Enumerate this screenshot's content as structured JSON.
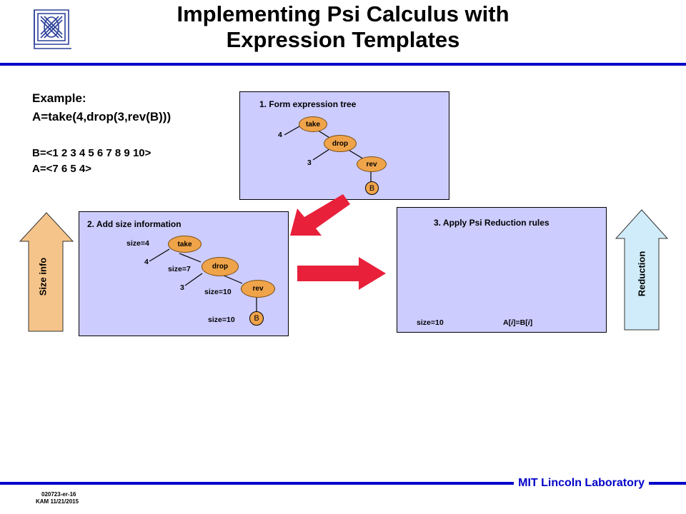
{
  "title_line1": "Implementing Psi Calculus with",
  "title_line2": "Expression Templates",
  "example": {
    "heading": "Example:",
    "expr": "A=take(4,drop(3,rev(B)))",
    "b_def": "B=<1 2 3 4 5 6 7 8 9 10>",
    "a_def": "A=<7 6 5 4>"
  },
  "panel1": {
    "title": "1. Form expression tree",
    "nodes": {
      "take": "take",
      "drop": "drop",
      "rev": "rev",
      "leaf": "B"
    },
    "arg4": "4",
    "arg3": "3"
  },
  "panel2": {
    "title": "2. Add size information",
    "nodes": {
      "take": "take",
      "drop": "drop",
      "rev": "rev",
      "leaf": "B"
    },
    "arg4": "4",
    "arg3": "3",
    "size_take": "size=4",
    "size_drop": "size=7",
    "size_rev": "size=10",
    "size_leaf": "size=10"
  },
  "panel3": {
    "title": "3. Apply Psi Reduction rules",
    "size": "size=10",
    "eq_a": "A[",
    "eq_i1": "i",
    "eq_mid": "]=B[",
    "eq_i2": "i",
    "eq_end": "]"
  },
  "side_left": {
    "label": "Size info",
    "color": "#f5c48a"
  },
  "side_right": {
    "label": "Reduction",
    "color": "#d0ecfa"
  },
  "footer": {
    "lab": "MIT Lincoln Laboratory",
    "code": "020723-er-16",
    "author_date": "KAM 11/21/2015"
  },
  "colors": {
    "rule": "#0000c8",
    "panel": "#ccccff",
    "node": "#f0a44a",
    "arrow": "#e8203a"
  }
}
